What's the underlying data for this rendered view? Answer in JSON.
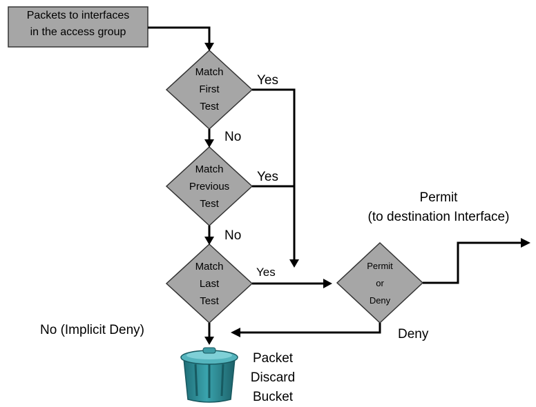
{
  "start_box": {
    "lines": [
      "Packets to interfaces",
      "in the access group"
    ]
  },
  "decisions": [
    {
      "lines": [
        "Match",
        "First",
        "Test"
      ]
    },
    {
      "lines": [
        "Match",
        "Previous",
        "Test"
      ]
    },
    {
      "lines": [
        "Match",
        "Last",
        "Test"
      ]
    }
  ],
  "permit_or_deny": {
    "lines": [
      "Permit",
      "or",
      "Deny"
    ]
  },
  "edge_labels": {
    "yes_1": "Yes",
    "yes_2": "Yes",
    "yes_3": "Yes",
    "no_1": "No",
    "no_2": "No",
    "implicit_deny": "No (Implicit Deny)",
    "deny": "Deny",
    "permit_line1": "Permit",
    "permit_line2": "(to destination Interface)"
  },
  "discard_bucket": {
    "lines": [
      "Packet",
      "Discard",
      "Bucket"
    ]
  },
  "colors": {
    "box_fill": "#a6a6a6",
    "diamond_fill": "#a6a6a6",
    "bin_body": "#2e8c96",
    "bin_lid": "#52b0b8",
    "arrow": "#000000"
  }
}
